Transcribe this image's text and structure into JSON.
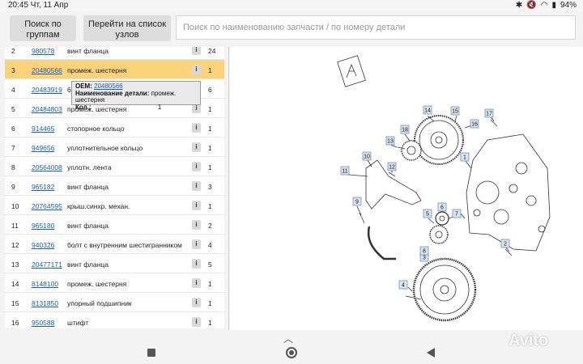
{
  "status_bar": {
    "time": "20:45 Чт, 11 Апр",
    "battery": "94%"
  },
  "toolbar": {
    "groups_button": "Поиск по группам",
    "nodes_button": "Перейти на список узлов",
    "search_placeholder": "Поиск по наименованию запчасти / по номеру детали"
  },
  "table": {
    "rows": [
      {
        "num": "2",
        "oem": "980578",
        "name": "винт фланца",
        "qty": "24"
      },
      {
        "num": "3",
        "oem": "20480566",
        "name": "промеж. шестерня",
        "qty": "1",
        "highlighted": true
      },
      {
        "num": "4",
        "oem": "20483919",
        "name": "6    внутренним шестигр",
        "qty": "6"
      },
      {
        "num": "5",
        "oem": "20484803",
        "name": "промеж. шестерня",
        "qty": "1"
      },
      {
        "num": "6",
        "oem": "914465",
        "name": "стопорное кольцо",
        "qty": "1"
      },
      {
        "num": "7",
        "oem": "949656",
        "name": "уплотнительное кольцо",
        "qty": "1"
      },
      {
        "num": "8",
        "oem": "20564008",
        "name": "уплотн. лента",
        "qty": "1"
      },
      {
        "num": "9",
        "oem": "965182",
        "name": "винт фланца",
        "qty": "3"
      },
      {
        "num": "10",
        "oem": "20764595",
        "name": "крыш.синхр. механ.",
        "qty": "1"
      },
      {
        "num": "11",
        "oem": "965180",
        "name": "винт фланца",
        "qty": "2"
      },
      {
        "num": "12",
        "oem": "940326",
        "name": "болт с внутренним шестигранником",
        "qty": "4"
      },
      {
        "num": "13",
        "oem": "20477171",
        "name": "винт фланца",
        "qty": "5"
      },
      {
        "num": "14",
        "oem": "8148100",
        "name": "промеж. шестерня",
        "qty": "1"
      },
      {
        "num": "15",
        "oem": "8131850",
        "name": "упорный подшипник",
        "qty": "1"
      },
      {
        "num": "16",
        "oem": "950588",
        "name": "штифт",
        "qty": "1"
      }
    ],
    "info_label": "i"
  },
  "tooltip": {
    "oem_label": "OEM:",
    "oem_value": "20480566",
    "name_label": "Наименование детали:",
    "name_value": "промеж. шестерня",
    "qty_label": "Кол.:",
    "qty_value": "1"
  },
  "diagram": {
    "callouts": [
      "1",
      "2",
      "3",
      "4",
      "5",
      "6",
      "7",
      "8",
      "9",
      "10",
      "11",
      "12",
      "13",
      "14",
      "15",
      "16",
      "17",
      "18"
    ]
  },
  "watermark": "Avito",
  "colors": {
    "highlight": "#fbd37c",
    "link": "#1a5fb4",
    "selected_callout": "#e07a1f"
  },
  "icons": {
    "scroll_top": "arrow-up-icon",
    "info": "info-icon"
  }
}
